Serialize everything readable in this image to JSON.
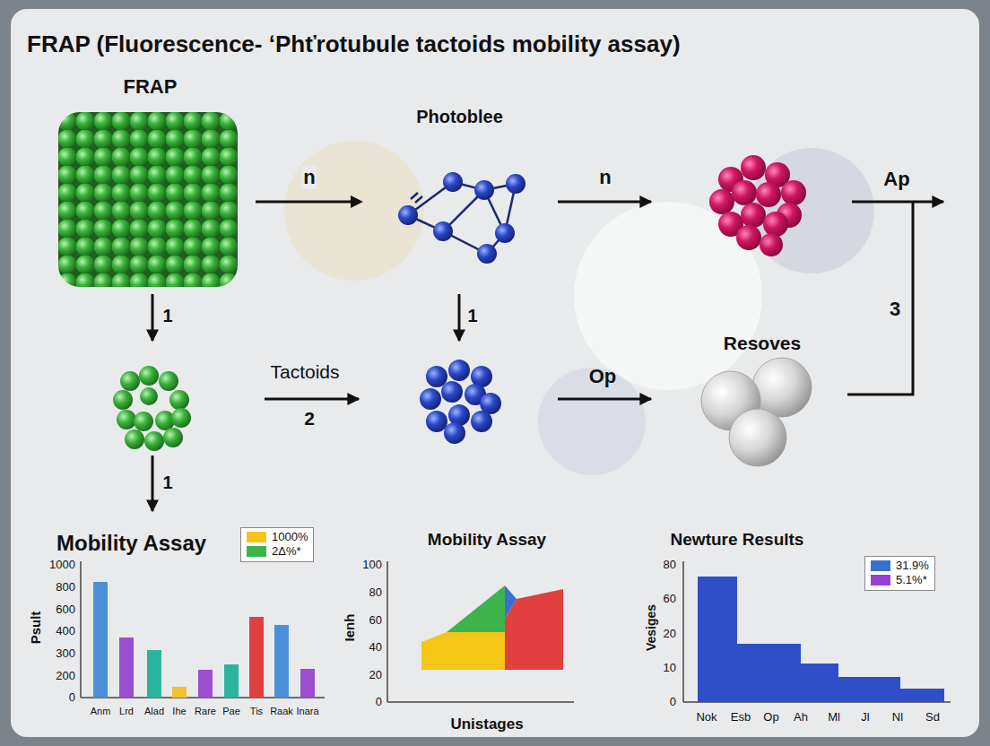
{
  "diagram": {
    "title": "FRAP (Fluorescence- ʻPhťrotubule tactoids mobility assay)",
    "nodes": [
      {
        "text": [
          "FRAP"
        ]
      },
      {
        "text": [
          "Photoblee"
        ]
      },
      {
        "text": [
          "Resoves"
        ]
      }
    ],
    "edges": [
      {
        "from": 0,
        "to": 1,
        "label": "n",
        "arrow": "to"
      }
    ],
    "labels": [
      "n",
      "Ap",
      "1",
      "1",
      "3",
      "Tactoids",
      "2",
      "Op",
      "1",
      "Mobility Assay",
      "Psult",
      "1000",
      "800",
      "600",
      "400",
      "300",
      "200",
      "0",
      "Anm",
      "Lrd",
      "Alad",
      "Ihe",
      "Rare",
      "Pae",
      "Tis",
      "Raak",
      "Inara",
      "Mobility Assay",
      "Ienh",
      "100",
      "80",
      "60",
      "40",
      "20",
      "0",
      "Unistages",
      "Newture Results",
      "Vesiges",
      "80",
      "60",
      "20",
      "10",
      "0",
      "Nok",
      "Esb",
      "Op",
      "Ah",
      "Ml",
      "Jl",
      "Nl",
      "Sd"
    ],
    "legend": [
      {
        "text": "1000%",
        "color": "#f5c518"
      },
      {
        "text": "2Δ%*",
        "color": "#3cb44b"
      },
      {
        "text": "31.9%",
        "color": "#3a6fd0"
      },
      {
        "text": "5.1%*",
        "color": "#9a3fd6"
      }
    ]
  }
}
